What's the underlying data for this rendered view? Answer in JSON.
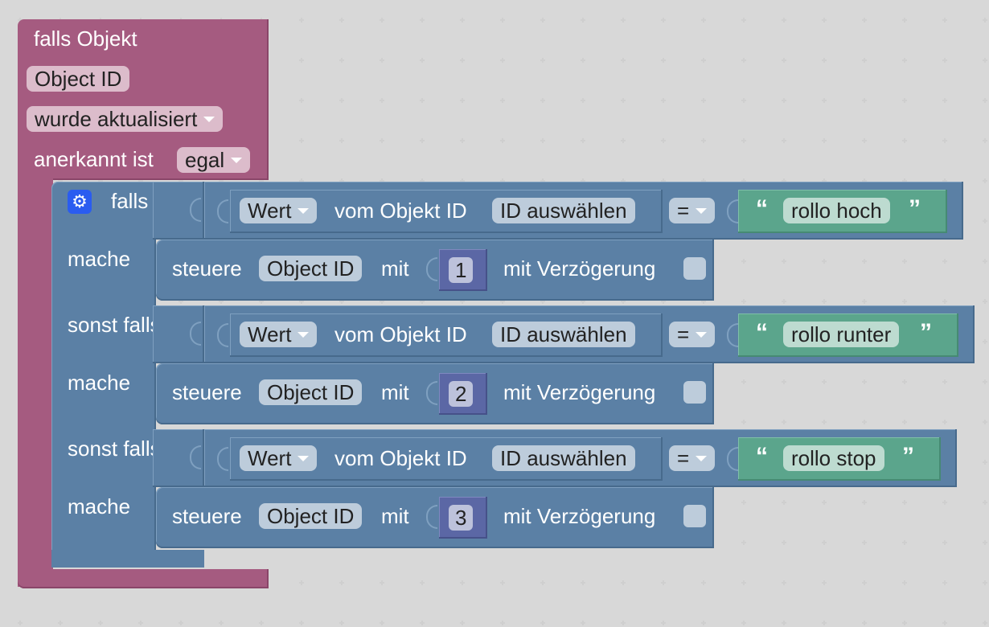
{
  "event_block": {
    "title": "falls Objekt",
    "object_field": "Object ID",
    "trigger_value": "wurde aktualisiert",
    "ack_label": "anerkannt ist",
    "ack_value": "egal"
  },
  "if_block": {
    "gear_icon": "gear-icon",
    "branches": [
      {
        "condition_label": "falls",
        "do_label": "mache",
        "value_dropdown": "Wert",
        "from_label": "vom Objekt ID",
        "id_field": "ID auswählen",
        "operator": "=",
        "text_value": "rollo hoch",
        "action_label": "steuere",
        "action_object": "Object ID",
        "with_label": "mit",
        "number": "1",
        "delay_label": "mit Verzögerung"
      },
      {
        "condition_label": "sonst falls",
        "do_label": "mache",
        "value_dropdown": "Wert",
        "from_label": "vom Objekt ID",
        "id_field": "ID auswählen",
        "operator": "=",
        "text_value": "rollo runter",
        "action_label": "steuere",
        "action_object": "Object ID",
        "with_label": "mit",
        "number": "2",
        "delay_label": "mit Verzögerung"
      },
      {
        "condition_label": "sonst falls",
        "do_label": "mache",
        "value_dropdown": "Wert",
        "from_label": "vom Objekt ID",
        "id_field": "ID auswählen",
        "operator": "=",
        "text_value": "rollo stop",
        "action_label": "steuere",
        "action_object": "Object ID",
        "with_label": "mit",
        "number": "3",
        "delay_label": "mit Verzögerung"
      }
    ]
  },
  "colors": {
    "event_block": "#a55b80",
    "logic_block": "#5b80a5",
    "text_block": "#5ba58c",
    "number_block": "#5b67a5",
    "gear_button": "#2a5cf0"
  }
}
